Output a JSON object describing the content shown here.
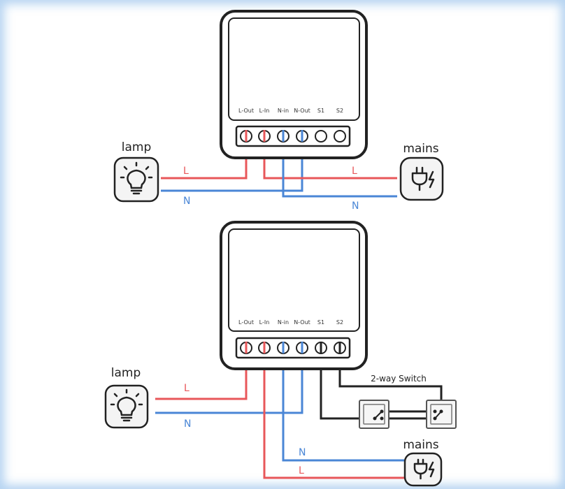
{
  "colors": {
    "live": "#e8575a",
    "neutral": "#4a86d6",
    "switch_wire": "#222222",
    "device": "#222222"
  },
  "diagram1": {
    "terminals": [
      "L-Out",
      "L-In",
      "N-in",
      "N-Out",
      "S1",
      "S2"
    ],
    "lamp_label": "lamp",
    "mains_label": "mains",
    "wire_L_left": "L",
    "wire_N_left": "N",
    "wire_L_right": "L",
    "wire_N_right": "N",
    "lamp_icon": "light-bulb-icon",
    "mains_icon": "power-plug-icon"
  },
  "diagram2": {
    "terminals": [
      "L-Out",
      "L-In",
      "N-in",
      "N-Out",
      "S1",
      "S2"
    ],
    "lamp_label": "lamp",
    "mains_label": "mains",
    "wire_L_left": "L",
    "wire_N_left": "N",
    "wire_N_right": "N",
    "wire_L_right": "L",
    "switch_label": "2-way Switch",
    "lamp_icon": "light-bulb-icon",
    "mains_icon": "power-plug-icon"
  }
}
